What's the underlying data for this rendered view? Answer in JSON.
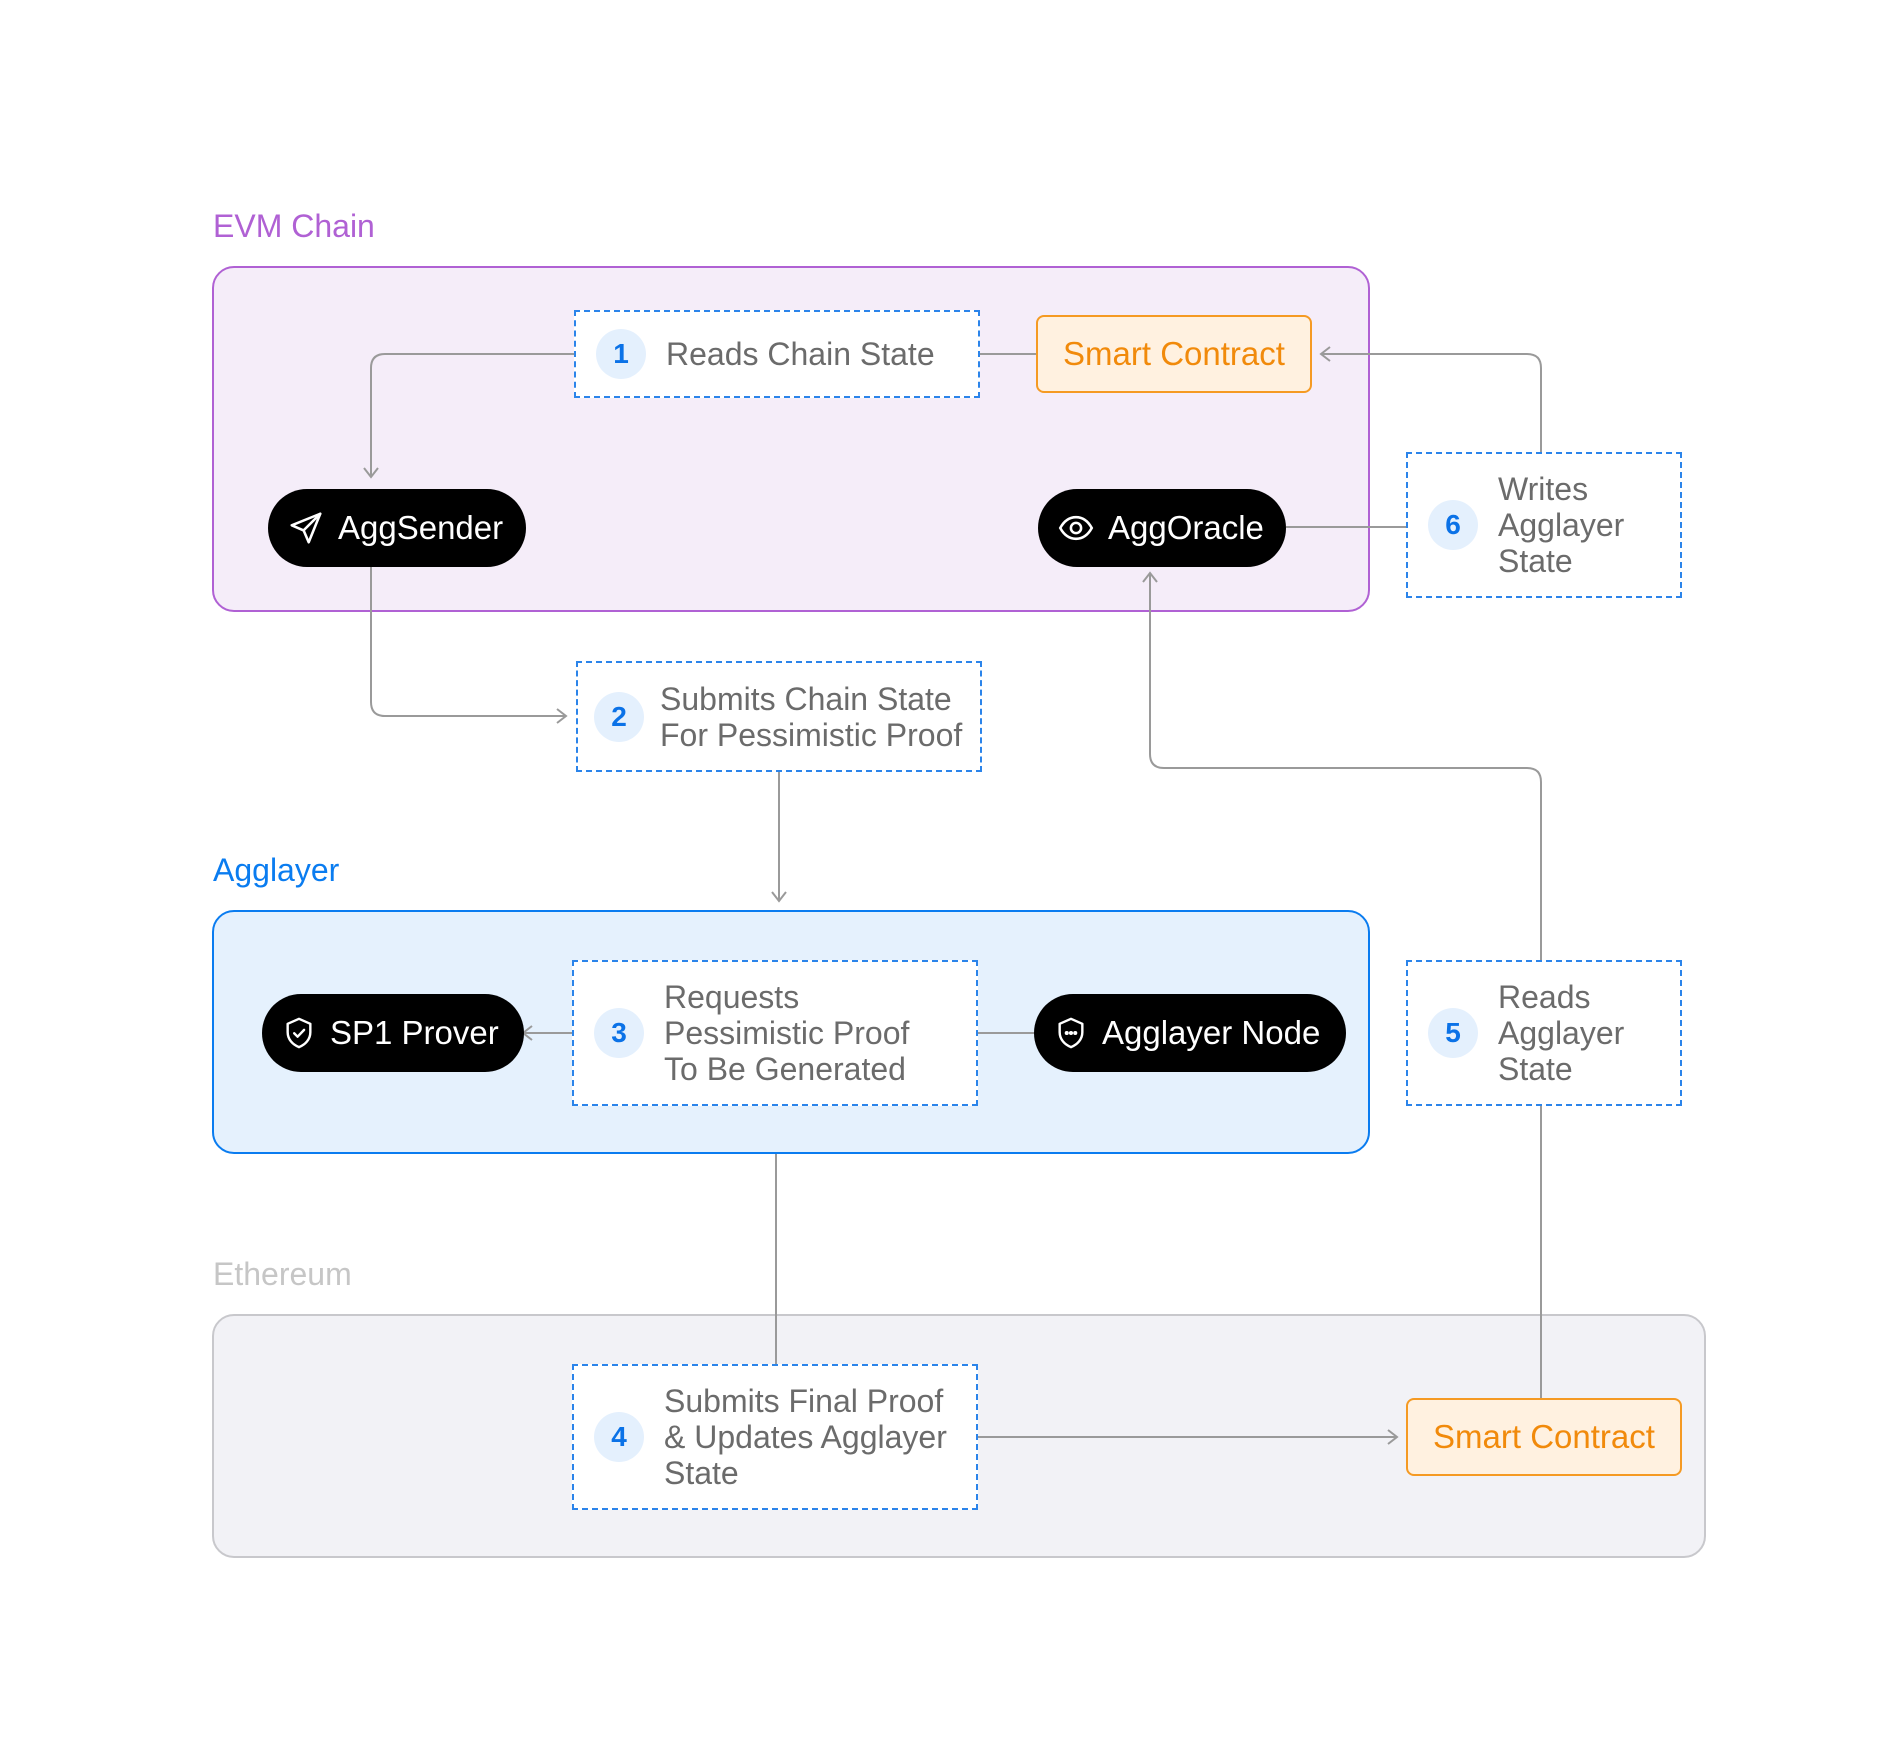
{
  "colors": {
    "evm_accent": "#b061d4",
    "evm_fill": "#f5edf9",
    "agglayer_accent": "#0a7cf0",
    "agglayer_fill": "#e5f1fd",
    "ethereum_label": "#c6c6c6",
    "ethereum_fill": "#f2f2f6",
    "step_border": "#2b84ea",
    "step_number": "#0b72e7",
    "contract_accent": "#f59a23",
    "connector": "#9a9a9a"
  },
  "sections": {
    "evm": {
      "title": "EVM Chain"
    },
    "agglayer": {
      "title": "Agglayer"
    },
    "ethereum": {
      "title": "Ethereum"
    }
  },
  "steps": [
    {
      "number": "1",
      "text": "Reads Chain State"
    },
    {
      "number": "2",
      "text": "Submits Chain State\nFor Pessimistic Proof"
    },
    {
      "number": "3",
      "text": "Requests\nPessimistic Proof\nTo Be Generated"
    },
    {
      "number": "4",
      "text": "Submits Final Proof\n& Updates Agglayer\nState"
    },
    {
      "number": "5",
      "text": "Reads\nAgglayer\nState"
    },
    {
      "number": "6",
      "text": "Writes\nAgglayer\nState"
    }
  ],
  "components": {
    "aggsender": {
      "label": "AggSender",
      "icon": "send-icon"
    },
    "aggoracle": {
      "label": "AggOracle",
      "icon": "eye-icon"
    },
    "sp1_prover": {
      "label": "SP1 Prover",
      "icon": "shield-check-icon"
    },
    "agglayer_node": {
      "label": "Agglayer Node",
      "icon": "shield-dots-icon"
    },
    "evm_contract": {
      "label": "Smart Contract"
    },
    "eth_contract": {
      "label": "Smart Contract"
    }
  }
}
